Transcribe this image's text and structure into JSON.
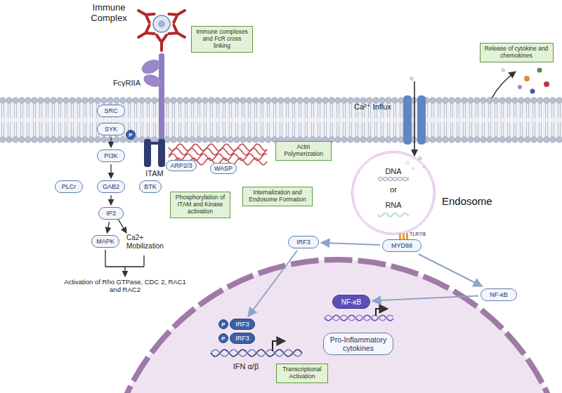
{
  "diagram": {
    "nodes": [
      {
        "text": [
          "Immune complexes and FcR cross linking"
        ]
      },
      {
        "text": [
          "SRC"
        ]
      },
      {
        "text": [
          "SYK"
        ]
      },
      {
        "text": [
          "P"
        ]
      },
      {
        "text": [
          "PI3K"
        ]
      },
      {
        "text": [
          "Phosphorylation of ITAM and Kinase activation"
        ]
      },
      {
        "text": [
          "PLCr"
        ]
      },
      {
        "text": [
          "GAB2"
        ]
      },
      {
        "text": [
          "BTK"
        ]
      },
      {
        "text": [
          "IP3"
        ]
      },
      {
        "text": [
          "MAPK"
        ]
      },
      {
        "text": [
          "ARP2/3"
        ]
      },
      {
        "text": [
          "WASP"
        ]
      },
      {
        "text": [
          "Actin Polymerization"
        ]
      },
      {
        "text": [
          "Release of cytokine and chemokines"
        ]
      },
      {
        "text": [
          "Internalization and Endosome Formation"
        ]
      },
      {
        "text": [
          "DNA",
          "or",
          "RNA",
          "Endosome"
        ]
      },
      {
        "text": [
          "IRF3"
        ]
      },
      {
        "text": [
          "MYD88"
        ]
      },
      {
        "text": [
          "NF-κB"
        ]
      },
      {
        "text": [
          "P"
        ]
      },
      {
        "text": [
          "IRF3"
        ]
      },
      {
        "text": [
          "P"
        ]
      },
      {
        "text": [
          "IRF3"
        ]
      },
      {
        "text": [
          "NF-κB"
        ]
      },
      {
        "text": [
          "Pro-Inflammatory cytokines"
        ]
      },
      {
        "text": [
          "Transcriptional Activation"
        ]
      }
    ],
    "edges": [
      {
        "from": 2,
        "to": 4,
        "arrow": "to"
      },
      {
        "from": 4,
        "to": 7,
        "arrow": "to"
      },
      {
        "from": 7,
        "to": 9,
        "arrow": "to"
      },
      {
        "from": 9,
        "to": 10,
        "arrow": "to"
      },
      {
        "from": 18,
        "to": 17,
        "arrow": "to"
      },
      {
        "from": 18,
        "to": 19,
        "arrow": "to"
      },
      {
        "from": 17,
        "to": 21,
        "arrow": "to"
      },
      {
        "from": 19,
        "to": 24,
        "arrow": "to"
      }
    ],
    "labels": [
      "Immune Complex",
      "FcγRIIA",
      "ITAM",
      "Ca²⁺ Influx",
      "TLR7/8",
      "Ca2+ Mobilization",
      "Activation of Rho GTPase, CDC 2, RAC1 and RAC2",
      "IFN α/β"
    ]
  }
}
